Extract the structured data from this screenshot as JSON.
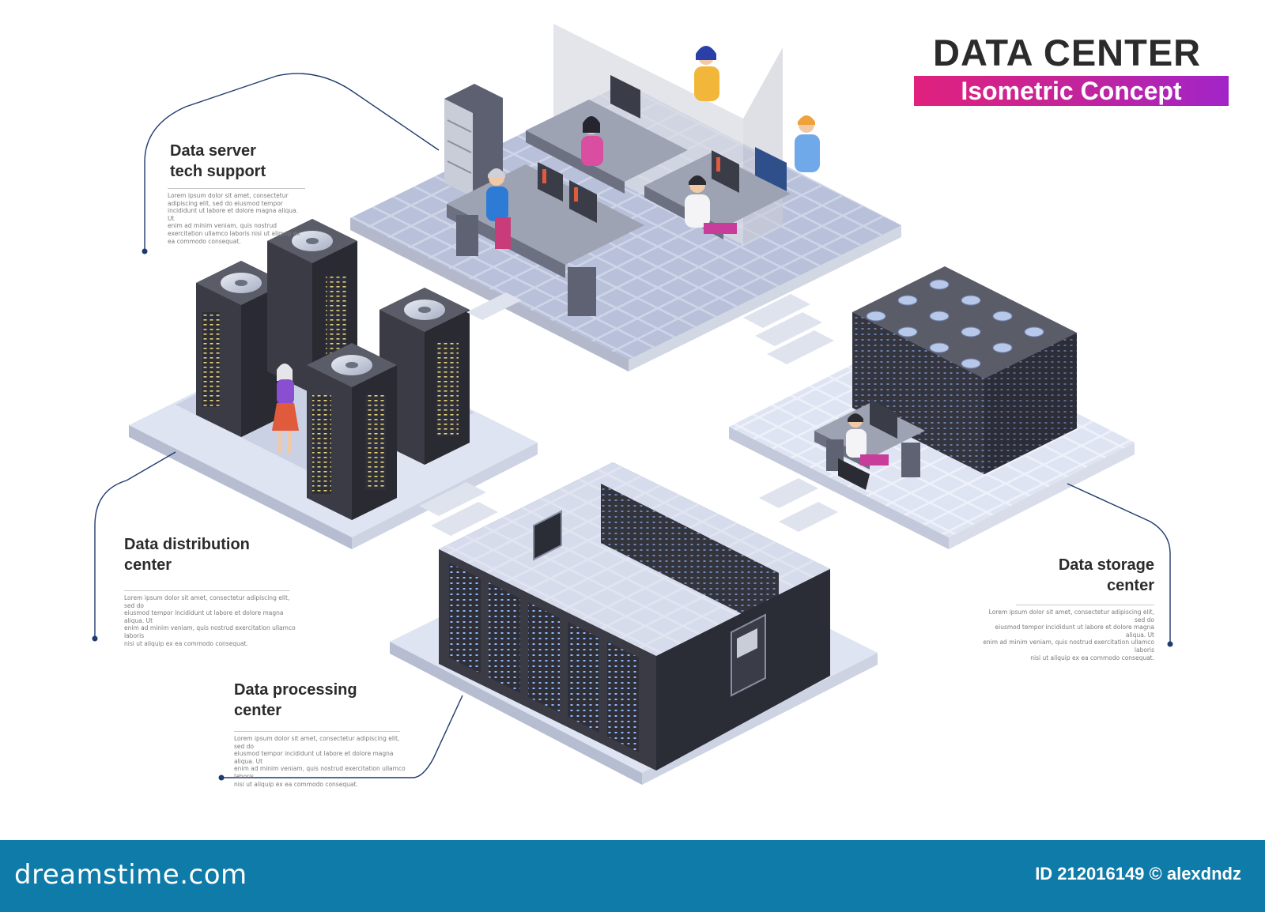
{
  "title": {
    "main": "DATA CENTER",
    "subtitle": "Isometric Concept"
  },
  "sections": [
    {
      "title": "Data server\ntech support",
      "body": "Lorem ipsum dolor sit amet, consectetur\nadipiscing elit, sed do eiusmod tempor\nincididunt ut labore et dolore magna aliqua. Ut\nenim ad minim veniam, quis nostrud\nexercitation ullamco laboris nisi ut aliquip ex\nea commodo consequat."
    },
    {
      "title": "Data distribution\ncenter",
      "body": "Lorem ipsum dolor sit amet, consectetur adipiscing elit, sed do\neiusmod tempor incididunt ut labore et dolore magna aliqua. Ut\nenim ad minim veniam, quis nostrud exercitation ullamco laboris\nnisi ut aliquip ex ea commodo consequat."
    },
    {
      "title": "Data processing\ncenter",
      "body": "Lorem ipsum dolor sit amet, consectetur adipiscing elit, sed do\neiusmod tempor incididunt ut labore et dolore magna aliqua. Ut\nenim ad minim veniam, quis nostrud exercitation ullamco laboris\nnisi ut aliquip ex ea commodo consequat."
    },
    {
      "title": "Data storage\ncenter",
      "body": "Lorem ipsum dolor sit amet, consectetur adipiscing elit, sed do\neiusmod tempor incididunt ut labore et dolore magna aliqua. Ut\nenim ad minim veniam, quis nostrud exercitation ullamco laboris\nnisi ut aliquip ex ea commodo consequat."
    }
  ],
  "footer": {
    "brand": "dreamstime.com",
    "id_credit": "ID 212016149 © alexdndz"
  },
  "colors": {
    "accent_pink": "#e0217d",
    "accent_purple": "#a224c8",
    "connector": "#1f3a6e",
    "footer": "#0e7ba8",
    "floor": "#dfe4f2",
    "tile": "#b9c1da",
    "server": "#3b3b45"
  }
}
